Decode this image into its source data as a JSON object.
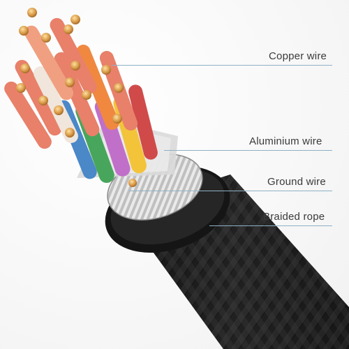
{
  "labels": {
    "copper_wire": "Copper wire",
    "aluminium_wire": "Aluminium wire",
    "ground_wire": "Ground wire",
    "braided_rope": "Braided rope"
  },
  "colors": {
    "callout_line": "#8fb0c6",
    "label_text": "#3a3a3a",
    "jacket": "#1c1c1c",
    "copper": "#d4a04a"
  },
  "wire_colors": [
    "#e8806a",
    "#f0f0f0",
    "#f3c43a",
    "#48a65c",
    "#d04a4a",
    "#4a88c8",
    "#c070c8",
    "#f08840"
  ]
}
